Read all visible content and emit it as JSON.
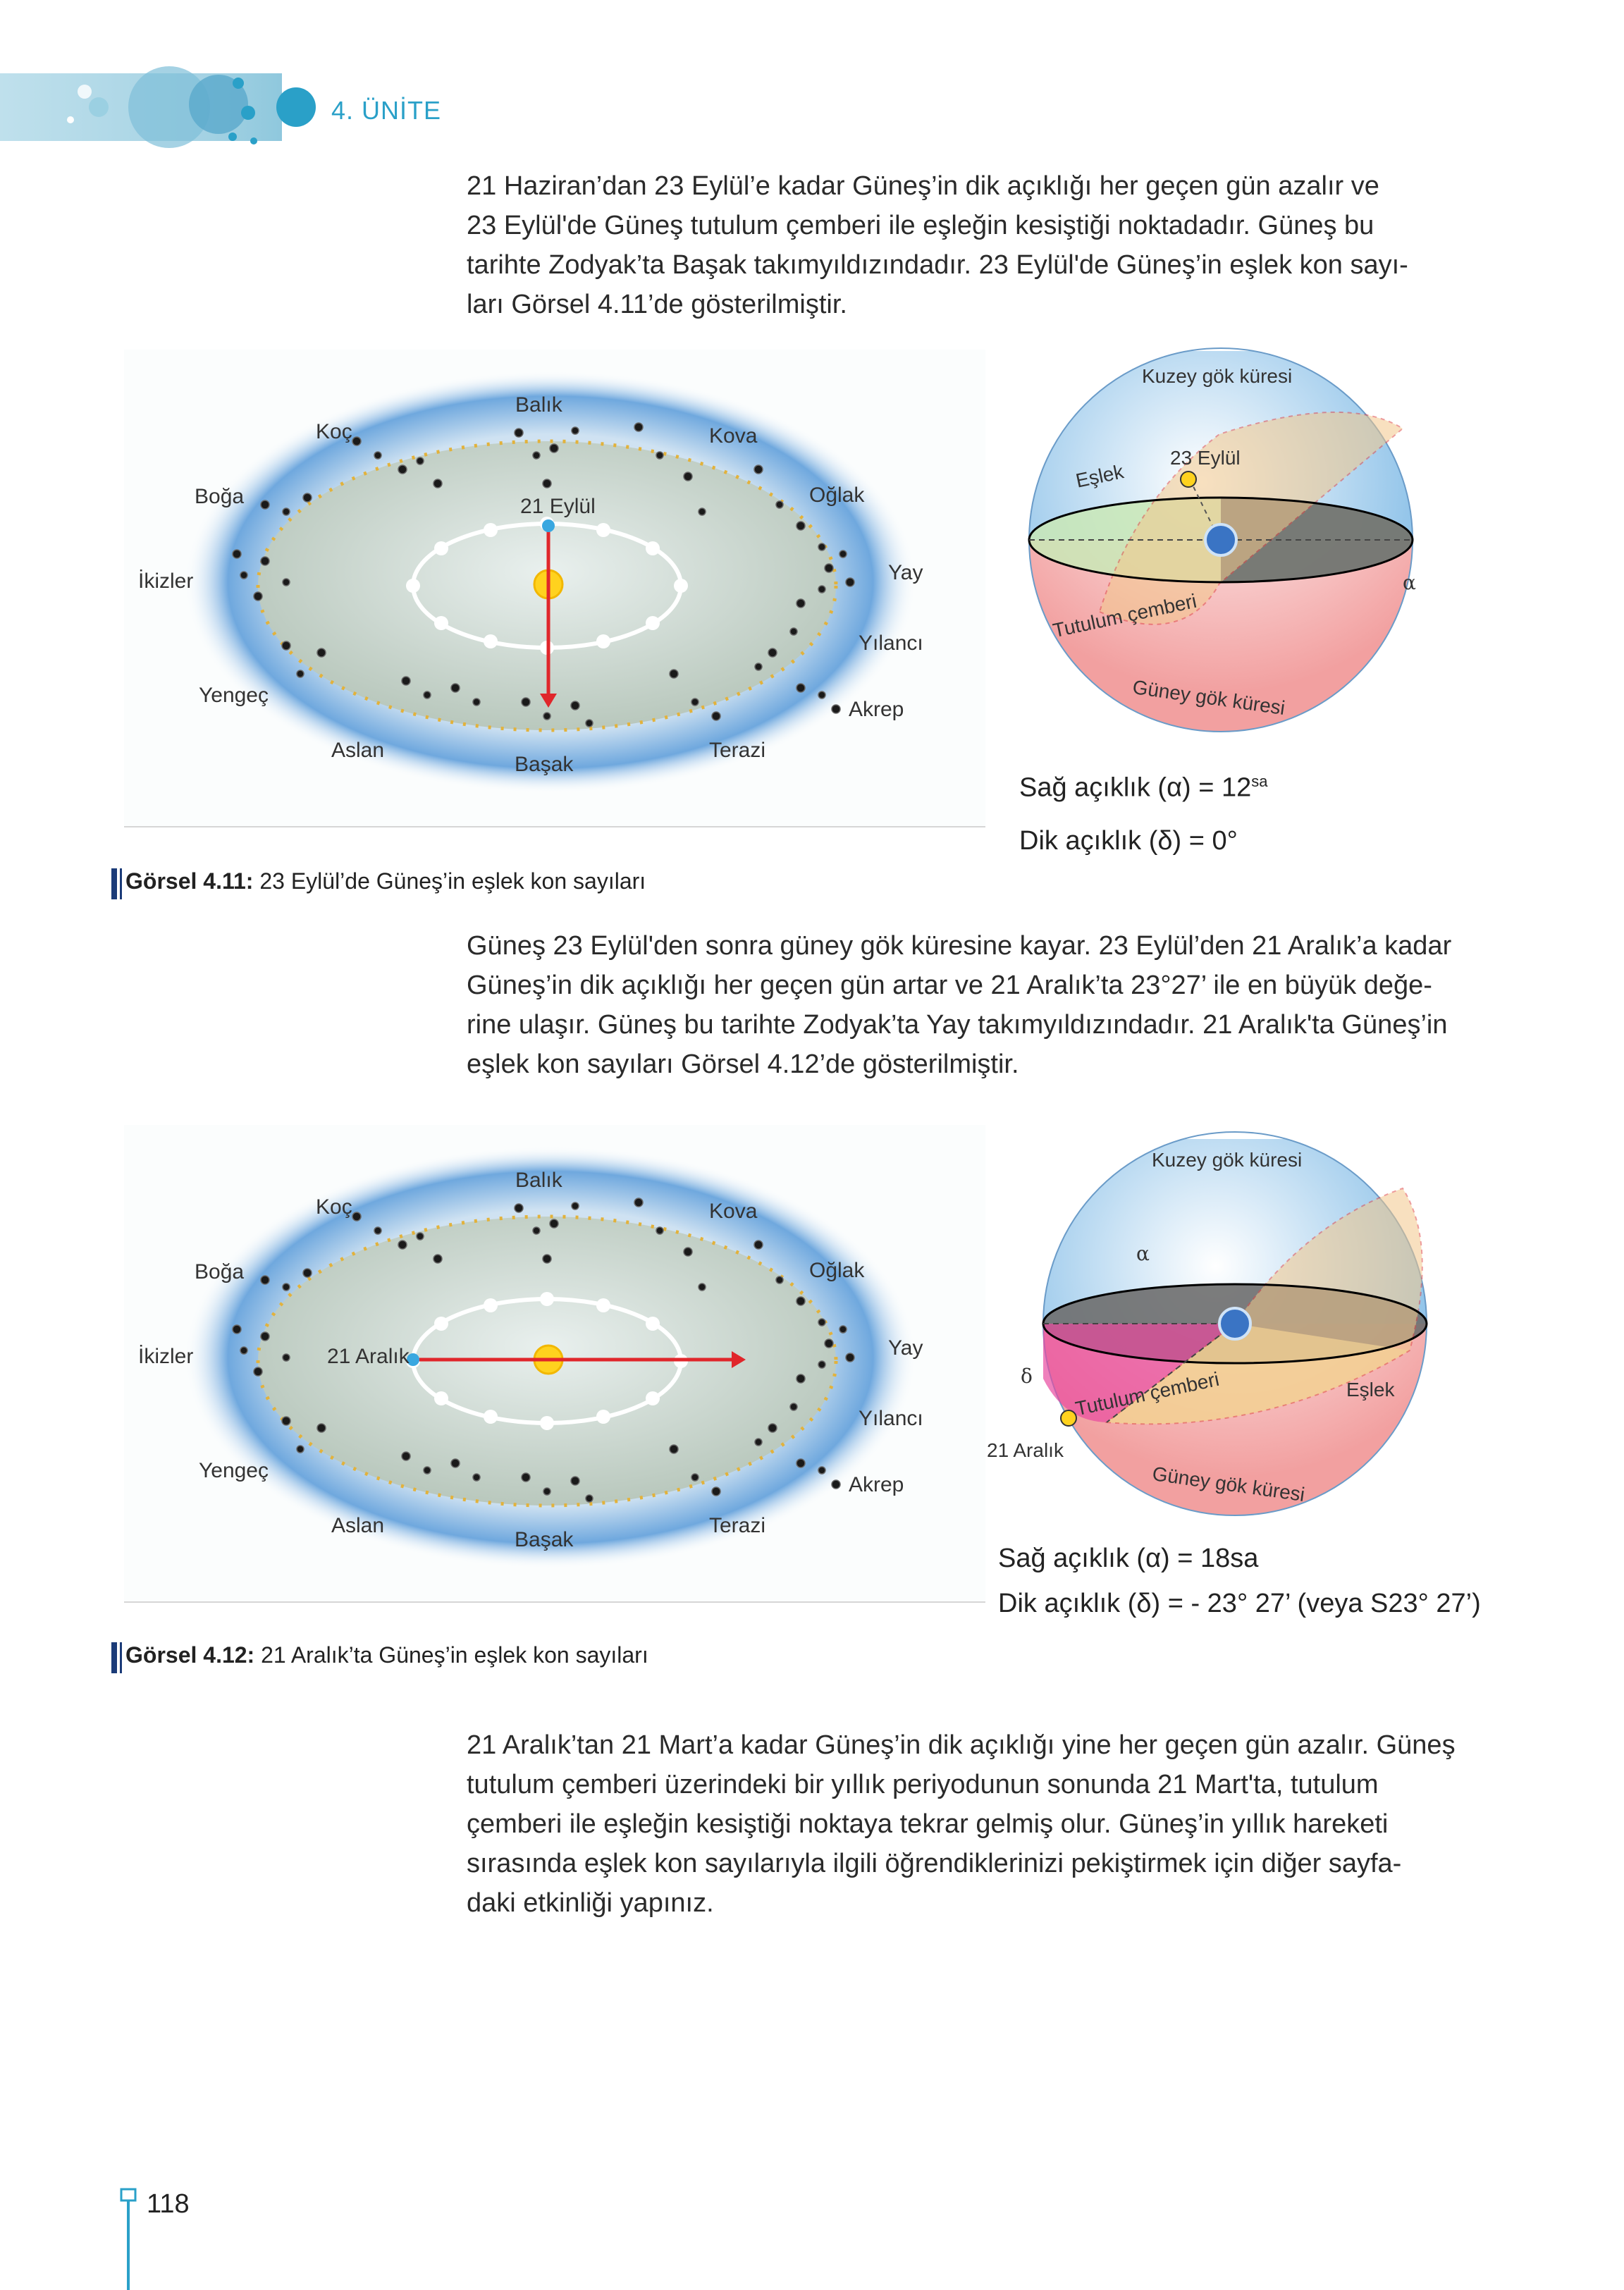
{
  "header": {
    "unit": "4. ÜNİTE"
  },
  "paragraphs": {
    "p1": [
      "21 Haziran’dan 23 Eylül’e kadar Güneş’in dik açıklığı her geçen gün azalır ve",
      "23 Eylül'de Güneş tutulum çemberi ile eşleğin kesiştiği noktadadır. Güneş bu",
      "tarihte Zodyak’ta Başak takımyıldızındadır. 23 Eylül'de Güneş’in eşlek kon sayı-",
      "ları Görsel 4.11’de gösterilmiştir."
    ],
    "p2": [
      "Güneş 23 Eylül'den sonra güney gök küresine kayar. 23 Eylül’den 21 Aralık’a kadar",
      "Güneş’in dik açıklığı her geçen gün artar ve 21 Aralık’ta 23°27’ ile en büyük değe-",
      "rine ulaşır. Güneş bu tarihte Zodyak’ta Yay takımyıldızındadır. 21 Aralık'ta Güneş’in",
      "eşlek kon sayıları Görsel 4.12’de gösterilmiştir."
    ],
    "p3": [
      "21 Aralık’tan 21 Mart’a kadar Güneş’in dik açıklığı yine her geçen gün azalır. Güneş",
      "tutulum çemberi üzerindeki bir yıllık periyodunun sonunda 21 Mart'ta, tutulum",
      "çemberi ile eşleğin kesiştiği noktaya tekrar gelmiş olur. Güneş’in yıllık hareketi",
      "sırasında eşlek kon sayılarıyla ilgili öğrendiklerinizi pekiştirmek için diğer sayfa-",
      "daki etkinliği yapınız."
    ]
  },
  "zodiac": {
    "constellations": {
      "balik": "Balık",
      "koc": "Koç",
      "kova": "Kova",
      "boga": "Boğa",
      "oglak": "Oğlak",
      "ikizler": "İkizler",
      "yay": "Yay",
      "yilanci": "Yılancı",
      "yengec": "Yengeç",
      "akrep": "Akrep",
      "aslan": "Aslan",
      "basak": "Başak",
      "terazi": "Terazi"
    }
  },
  "figure1": {
    "date_label": "21 Eylül",
    "caption_label": "Görsel 4.11:",
    "caption_text": " 23 Eylül’de Güneş’in eşlek kon sayıları",
    "globe": {
      "north": "Kuzey gök küresi",
      "south": "Güney gök küresi",
      "equator": "Eşlek",
      "ecliptic": "Tutulum çemberi",
      "sun_date": "23 Eylül",
      "alpha": "α"
    },
    "ra_label": "Sağ açıklık (α) = 12",
    "ra_sup": "sa",
    "dec_label": "Dik açıklık (δ) = 0°"
  },
  "figure2": {
    "date_label": "21 Aralık",
    "caption_label": "Görsel 4.12:",
    "caption_text": " 21 Aralık’ta Güneş’in eşlek kon sayıları",
    "globe": {
      "north": "Kuzey gök küresi",
      "south": "Güney gök küresi",
      "equator": "Eşlek",
      "ecliptic": "Tutulum çemberi",
      "sun_date": "21 Aralık",
      "alpha": "α",
      "delta": "δ"
    },
    "ra_label": "Sağ açıklık (α) = 18sa",
    "dec_label": "Dik açıklık (δ) = - 23° 27’ (veya S23° 27’)"
  },
  "footer": {
    "page_number": "118"
  },
  "colors": {
    "accent": "#2aa0c8",
    "caption_bar": "#1b3b78",
    "arrow": "#e0262b"
  }
}
